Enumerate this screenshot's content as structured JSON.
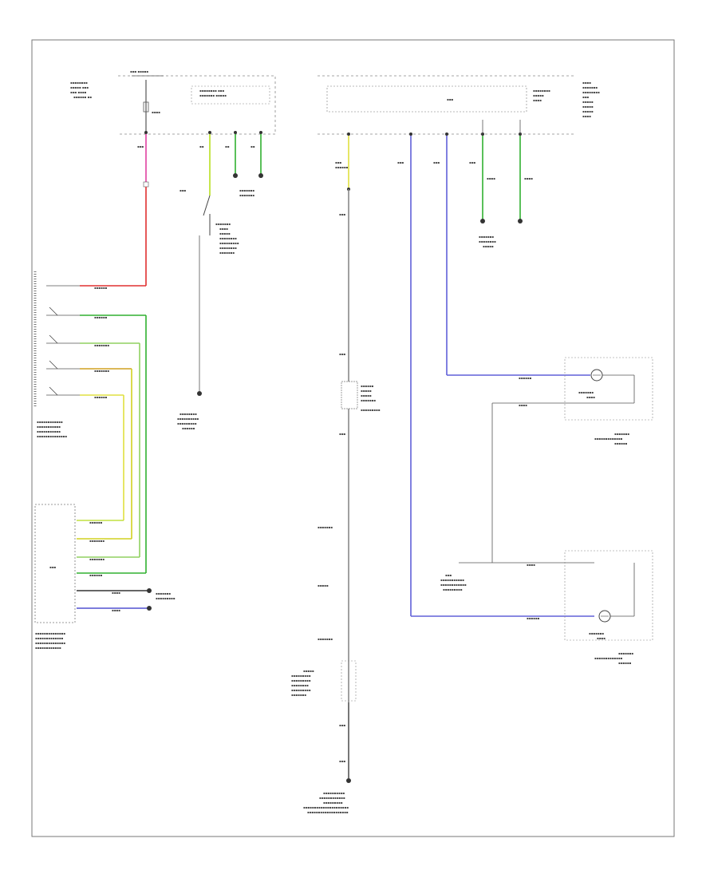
{
  "diagram": {
    "footer_code": "",
    "colors": {
      "pink": "#e040a0",
      "red": "#e03030",
      "green": "#30b030",
      "lime": "#b8e020",
      "yellow": "#e0d000",
      "purple": "#5050d0",
      "gray": "#606060",
      "black": "#222222"
    },
    "icons": [
      "fuse-icon",
      "ground-icon",
      "lamp-icon",
      "switch-icon",
      "connector-icon"
    ],
    "components": [
      "transmission-range-switch",
      "reverse-lamp-relay",
      "combination-meter",
      "brake-signal-switch",
      "right-reverse-lamp",
      "left-reverse-lamp",
      "junction-connector",
      "ground-point-body",
      "ground-point-rear"
    ]
  }
}
